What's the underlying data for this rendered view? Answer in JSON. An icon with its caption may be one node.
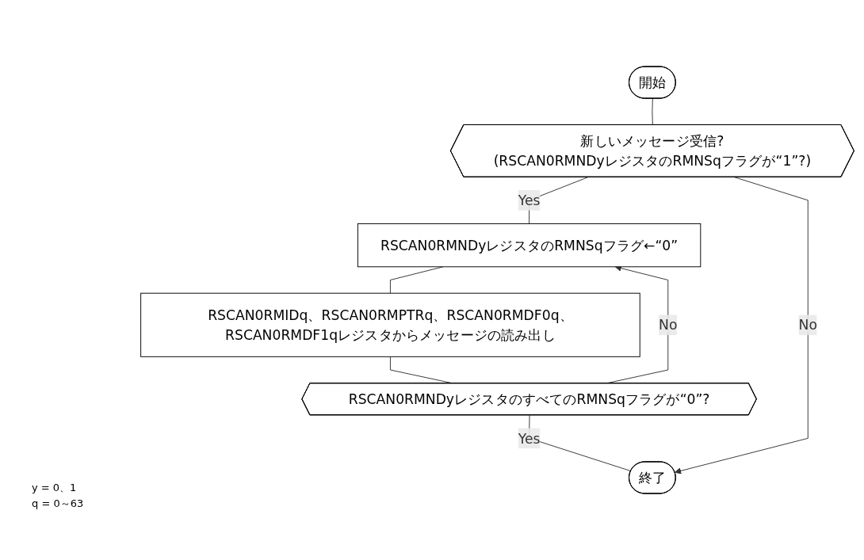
{
  "diagram": {
    "nodes": [
      {
        "text": [
          "開始"
        ]
      },
      {
        "text": [
          "新しいメッセージ受信?",
          "(RSCAN0RMNDyレジスタのRMNSqフラグが“1”?)"
        ]
      },
      {
        "text": [
          "RSCAN0RMNDyレジスタのRMNSqフラグ←“0”"
        ]
      },
      {
        "text": [
          "RSCAN0RMIDq、RSCAN0RMPTRq、RSCAN0RMDF0q、RSCAN0RMDF1qレジスタからメッセージの読み出し"
        ]
      },
      {
        "text": [
          "RSCAN0RMNDyレジスタのすべてのRMNSqフラグが“0”?"
        ]
      },
      {
        "text": [
          "終了"
        ]
      }
    ],
    "edges": [
      {
        "from": 0,
        "to": 1,
        "arrow": "none"
      },
      {
        "from": 1,
        "to": 2,
        "arrow": "none",
        "label": "Yes"
      },
      {
        "from": 2,
        "to": 3,
        "arrow": "none"
      },
      {
        "from": 3,
        "to": 4,
        "arrow": "none"
      },
      {
        "from": 4,
        "to": 2,
        "arrow": "to",
        "label": "No"
      },
      {
        "from": 4,
        "to": 5,
        "arrow": "none",
        "label": "Yes"
      },
      {
        "from": 1,
        "to": 5,
        "arrow": "to",
        "label": "No"
      }
    ],
    "labels": [
      "y = 0、1",
      "q = 0～63"
    ]
  }
}
